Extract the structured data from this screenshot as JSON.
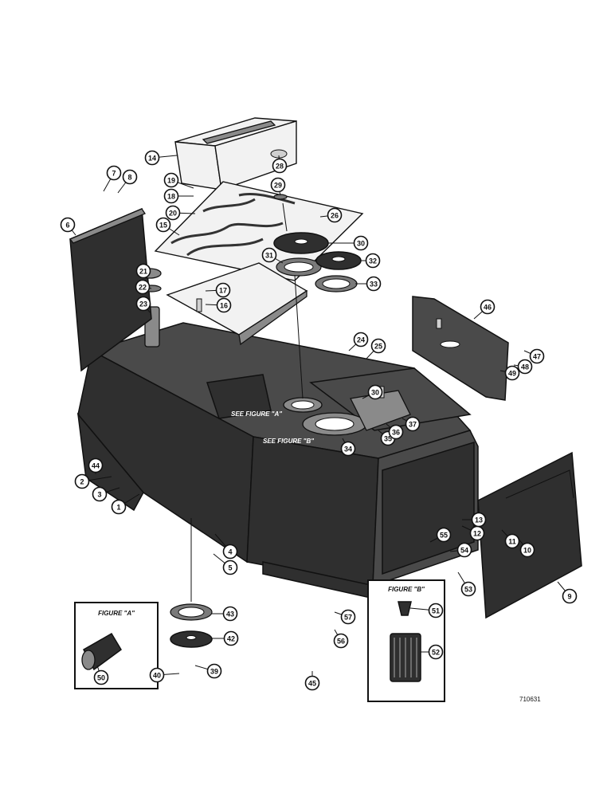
{
  "figure_a": {
    "title": "FIGURE \"A\""
  },
  "figure_b": {
    "title": "FIGURE \"B\""
  },
  "see_figure_a": "SEE FIGURE \"A\"",
  "see_figure_b": "SEE FIGURE \"B\"",
  "reference_number": "710631",
  "callout_labels": [
    "1",
    "2",
    "3",
    "4",
    "5",
    "6",
    "7",
    "8",
    "9",
    "10",
    "11",
    "12",
    "13",
    "14",
    "15",
    "16",
    "17",
    "18",
    "19",
    "20",
    "21",
    "22",
    "23",
    "24",
    "25",
    "26",
    "28",
    "29",
    "30",
    "30",
    "31",
    "32",
    "33",
    "34",
    "35",
    "36",
    "37",
    "39",
    "40",
    "42",
    "43",
    "44",
    "45",
    "46",
    "47",
    "48",
    "49",
    "50",
    "51",
    "52",
    "53",
    "54",
    "55",
    "56",
    "57"
  ]
}
